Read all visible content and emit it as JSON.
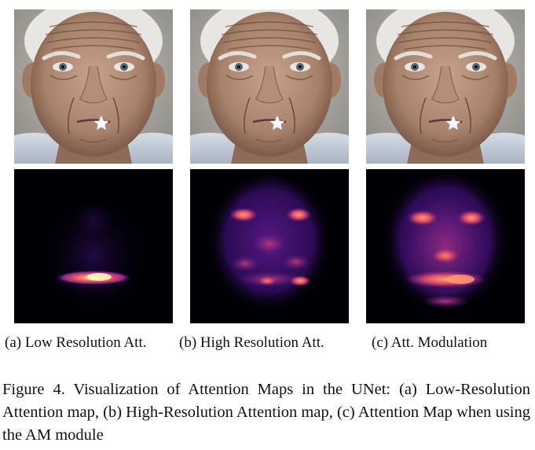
{
  "figure": {
    "panels": [
      {
        "subcaption": "(a) Low Resolution Att.",
        "photo_icon": "star-icon",
        "star_color": "#ffffff"
      },
      {
        "subcaption": "(b) High Resolution Att.",
        "photo_icon": "star-icon",
        "star_color": "#ffffff"
      },
      {
        "subcaption": "(c) Att. Modulation",
        "photo_icon": "star-icon",
        "star_color": "#ffffff"
      }
    ],
    "caption": "Figure 4.  Visualization of Attention Maps in the UNet: (a) Low-Resolution Attention map, (b) High-Resolution Attention map, (c) Attention Map when using the AM module",
    "heatmap_colormap": [
      "#000004",
      "#3b0f70",
      "#8c2981",
      "#de4968",
      "#fe9f6d",
      "#fcfdbf"
    ]
  }
}
